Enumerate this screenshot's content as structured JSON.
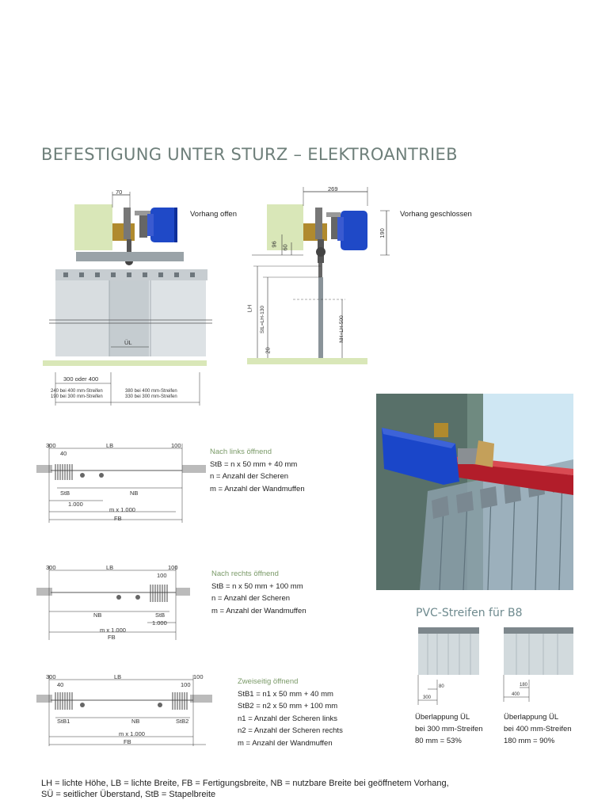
{
  "title": "BEFESTIGUNG UNTER STURZ – ELEKTROANTRIEB",
  "top_left": {
    "dim_70": "70",
    "label_open": "Vorhang offen",
    "dim_ul": "ÜL",
    "dim_300_400": "300 oder 400",
    "note_left_1": "240 bei 400 mm-Streifen",
    "note_left_2": "190 bei 300 mm-Streifen",
    "note_right_1": "380 bei 400 mm-Streifen",
    "note_right_2": "330 bei 300 mm-Streifen"
  },
  "top_right": {
    "dim_269": "269",
    "label_closed": "Vorhang geschlossen",
    "dim_190": "190",
    "dim_96": "96",
    "dim_60": "60",
    "dim_lh": "LH",
    "dim_stl": "StL=LH-130",
    "dim_nh": "NH=LH-500",
    "dim_20": "20"
  },
  "plan_left": {
    "d300": "300",
    "dLB": "LB",
    "d100": "100",
    "d40": "40",
    "dStB": "StB",
    "dNB": "NB",
    "d1000": "1.000",
    "dm1000": "m x 1.000",
    "dFB": "FB",
    "heading": "Nach links öffnend",
    "lines": [
      "StB = n x 50 mm + 40 mm",
      "n = Anzahl der Scheren",
      "m = Anzahl der Wandmuffen"
    ]
  },
  "plan_right": {
    "d300": "300",
    "dLB": "LB",
    "d100a": "100",
    "d100b": "100",
    "dNB": "NB",
    "dStB": "StB",
    "d1000": "1.000",
    "dm1000": "m x 1.000",
    "dFB": "FB",
    "heading": "Nach rechts öffnend",
    "lines": [
      "StB = n x 50 mm + 100 mm",
      "n = Anzahl der Scheren",
      "m = Anzahl der Wandmuffen"
    ]
  },
  "plan_both": {
    "d300": "300",
    "dLB": "LB",
    "d100a": "100",
    "d100b": "100",
    "d40": "40",
    "dStB1": "StB1",
    "dNB": "NB",
    "dStB2": "StB2",
    "dm1000": "m x 1.000",
    "dFB": "FB",
    "heading": "Zweiseitig öffnend",
    "lines": [
      "StB1 = n1 x 50 mm + 40 mm",
      "StB2 = n2 x 50 mm + 100 mm",
      "n1 = Anzahl der Scheren links",
      "n2 = Anzahl der Scheren rechts",
      "m = Anzahl der Wandmuffen"
    ]
  },
  "pvc": {
    "title": "PVC-Streifen für B8",
    "left": {
      "d80": "80",
      "d300": "300",
      "lines": [
        "Überlappung ÜL",
        "bei 300 mm-Streifen",
        "80 mm = 53%"
      ]
    },
    "right": {
      "d180": "180",
      "d400": "400",
      "lines": [
        "Überlappung ÜL",
        "bei 400 mm-Streifen",
        "180 mm = 90%"
      ]
    }
  },
  "footer": {
    "line1": "LH = lichte Höhe, LB = lichte Breite, FB = Fertigungsbreite, NB = nutzbare Breite bei geöffnetem Vorhang,",
    "line2": "SÜ = seitlicher Überstand, StB = Stapelbreite"
  },
  "colors": {
    "accent_green": "#7a9a68",
    "title_gray": "#6e7f7a",
    "motor_blue": "#1f49c7",
    "wall_green": "#d9e7b8"
  }
}
